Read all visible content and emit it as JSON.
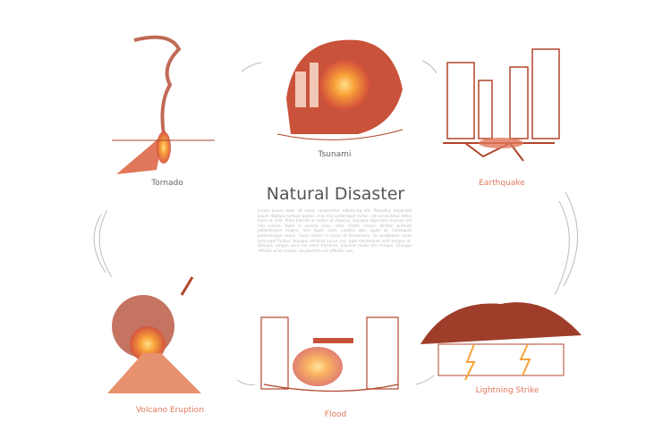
{
  "title": "Natural Disaster",
  "paragraph": "Lorem ipsum dolor sit amet, consectetur adipiscing elit. Phasellus imperdiet ipsum dapibus semper auctor, eros nisl scelerisque lectus, vel consectetur tellus enim ut velit. Proin blandit id metus ut rhoncus. Quisque dignissim rhoncus est non iurium. Nulla in viverra risus, vitae mattis massa. Nullam pretium pellentesque magna. Sed ligula nulla, sodales quis ligula at, consequat pellentesque neque. Fusce mattis in turpis et fermentum. Ut vestibulum molis arcu eget finibus. Quisque vehicula luctus nisi, eget elementum velit tempor ut. Quisque congue arcu nec enim tincidunt, placerat mollis orci tempor. Quisque efficitur enim mauris, eu pharetra nisi efficitur non.",
  "items": [
    {
      "label": "Tornado",
      "icon": "tornado-illustration"
    },
    {
      "label": "Tsunami",
      "icon": "tsunami-illustration"
    },
    {
      "label": "Earthquake",
      "icon": "earthquake-illustration"
    },
    {
      "label": "Volcano Eruption",
      "icon": "volcano-illustration"
    },
    {
      "label": "Flood",
      "icon": "flood-illustration"
    },
    {
      "label": "Lightning Strike",
      "icon": "lightning-illustration"
    }
  ],
  "colors": {
    "accent": "#e0775a",
    "sketch": "#b0452c",
    "glow": "#f9a23a"
  }
}
